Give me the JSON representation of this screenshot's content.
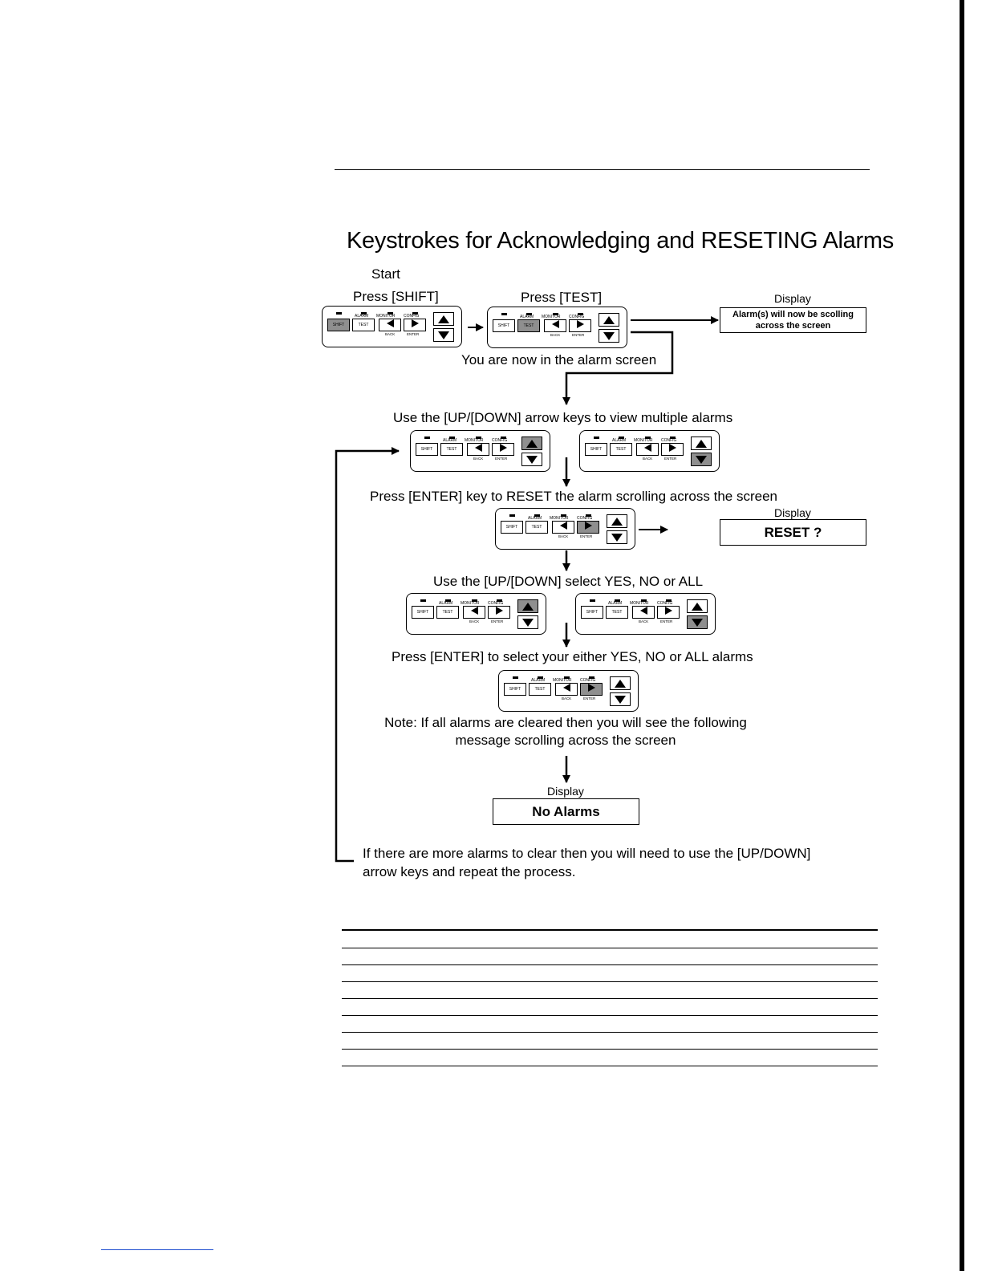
{
  "title": "Keystrokes for Acknowledging and RESETING Alarms",
  "start_label": "Start",
  "step1": {
    "label": "Press [SHIFT]"
  },
  "step2": {
    "label": "Press [TEST]"
  },
  "display1": {
    "heading": "Display",
    "line1": "Alarm(s) will now be scolling",
    "line2": "across the screen"
  },
  "alarm_screen_note": "You are now in the alarm screen",
  "step3": {
    "label": "Use the [UP/[DOWN] arrow keys to view multiple alarms"
  },
  "step4": {
    "label": "Press [ENTER] key to RESET the alarm scrolling across the screen"
  },
  "display2": {
    "heading": "Display",
    "text": "RESET ?"
  },
  "step5": {
    "label": "Use the [UP/[DOWN] select YES, NO or ALL"
  },
  "step6": {
    "label": "Press [ENTER] to select your either YES, NO or ALL alarms"
  },
  "note": {
    "line1": "Note: If all alarms are cleared then you will see the following",
    "line2": "message scrolling across the screen"
  },
  "display3": {
    "heading": "Display",
    "text": "No Alarms"
  },
  "loop_note": {
    "line1": "If there are more alarms to clear then you will need to use the [UP/DOWN]",
    "line2": "arrow keys and repeat the process."
  },
  "keypad": {
    "keys": {
      "shift": "SHIFT",
      "test": "TEST",
      "back": "BACK",
      "enter": "ENTER"
    },
    "labels": {
      "alarm": "ALARM",
      "monitor": "MONITOR",
      "config": "CONFIG"
    },
    "icons": {
      "left": "left-triangle-icon",
      "right": "right-triangle-icon",
      "up": "up-triangle-icon",
      "down": "down-triangle-icon"
    },
    "highlight_color": "#8f8f8f"
  },
  "keypads": [
    {
      "id": "kp-1",
      "highlight": "shift"
    },
    {
      "id": "kp-2",
      "highlight": "test"
    },
    {
      "id": "kp-3",
      "highlight": "up"
    },
    {
      "id": "kp-4",
      "highlight": "down"
    },
    {
      "id": "kp-5",
      "highlight": "enter"
    },
    {
      "id": "kp-6",
      "highlight": "up"
    },
    {
      "id": "kp-7",
      "highlight": "down"
    },
    {
      "id": "kp-8",
      "highlight": "enter"
    }
  ]
}
